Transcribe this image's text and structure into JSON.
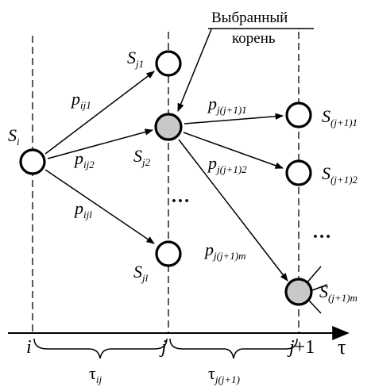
{
  "diagram": {
    "callout": {
      "line1": "Выбранный",
      "line2": "корень"
    },
    "nodes": {
      "si": {
        "base": "S",
        "sub": "i"
      },
      "sj1": {
        "base": "S",
        "sub": "j1"
      },
      "sj2": {
        "base": "S",
        "sub": "j2"
      },
      "sjl": {
        "base": "S",
        "sub": "jl"
      },
      "sj11": {
        "base": "S",
        "sub": "(j+1)1"
      },
      "sj12": {
        "base": "S",
        "sub": "(j+1)2"
      },
      "sj1m": {
        "base": "S",
        "sub": "(j+1)m"
      }
    },
    "edges": {
      "pij1": {
        "base": "p",
        "sub": "ij1"
      },
      "pij2": {
        "base": "p",
        "sub": "ij2"
      },
      "pijl": {
        "base": "p",
        "sub": "ijl"
      },
      "pj1": {
        "base": "p",
        "sub": "j(j+1)1"
      },
      "pj2": {
        "base": "p",
        "sub": "j(j+1)2"
      },
      "pjm": {
        "base": "p",
        "sub": "j(j+1)m"
      }
    },
    "ellipsis": "…",
    "axis": {
      "tick_i": "i",
      "tick_j": "j",
      "tick_j_var": "j",
      "tick_j_rest": "+1",
      "tau": "τ"
    },
    "intervals": {
      "tau_ij": {
        "base": "τ",
        "sub": "ij"
      },
      "tau_jj1": {
        "base": "τ",
        "sub": "j(j+1)"
      }
    },
    "colors": {
      "stroke": "#000000",
      "highlight_fill": "#c8c8c8",
      "node_fill": "#ffffff"
    }
  }
}
